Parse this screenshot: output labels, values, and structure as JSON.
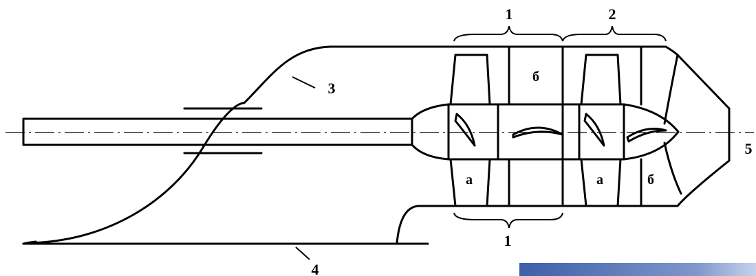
{
  "labels": {
    "stage_1_top": "1",
    "stage_2_top": "2",
    "stage_1_bottom": "1",
    "housing": "3",
    "base": "4",
    "outlet": "5",
    "rotor_a_1": "а",
    "rotor_a_2": "а",
    "stator_b_1": "б",
    "stator_b_2": "б"
  },
  "colors": {
    "line": "#000000",
    "background": "#ffffff",
    "corner_gradient_dark": "#3d5fa8",
    "corner_gradient_light": "#c6d2ea"
  }
}
